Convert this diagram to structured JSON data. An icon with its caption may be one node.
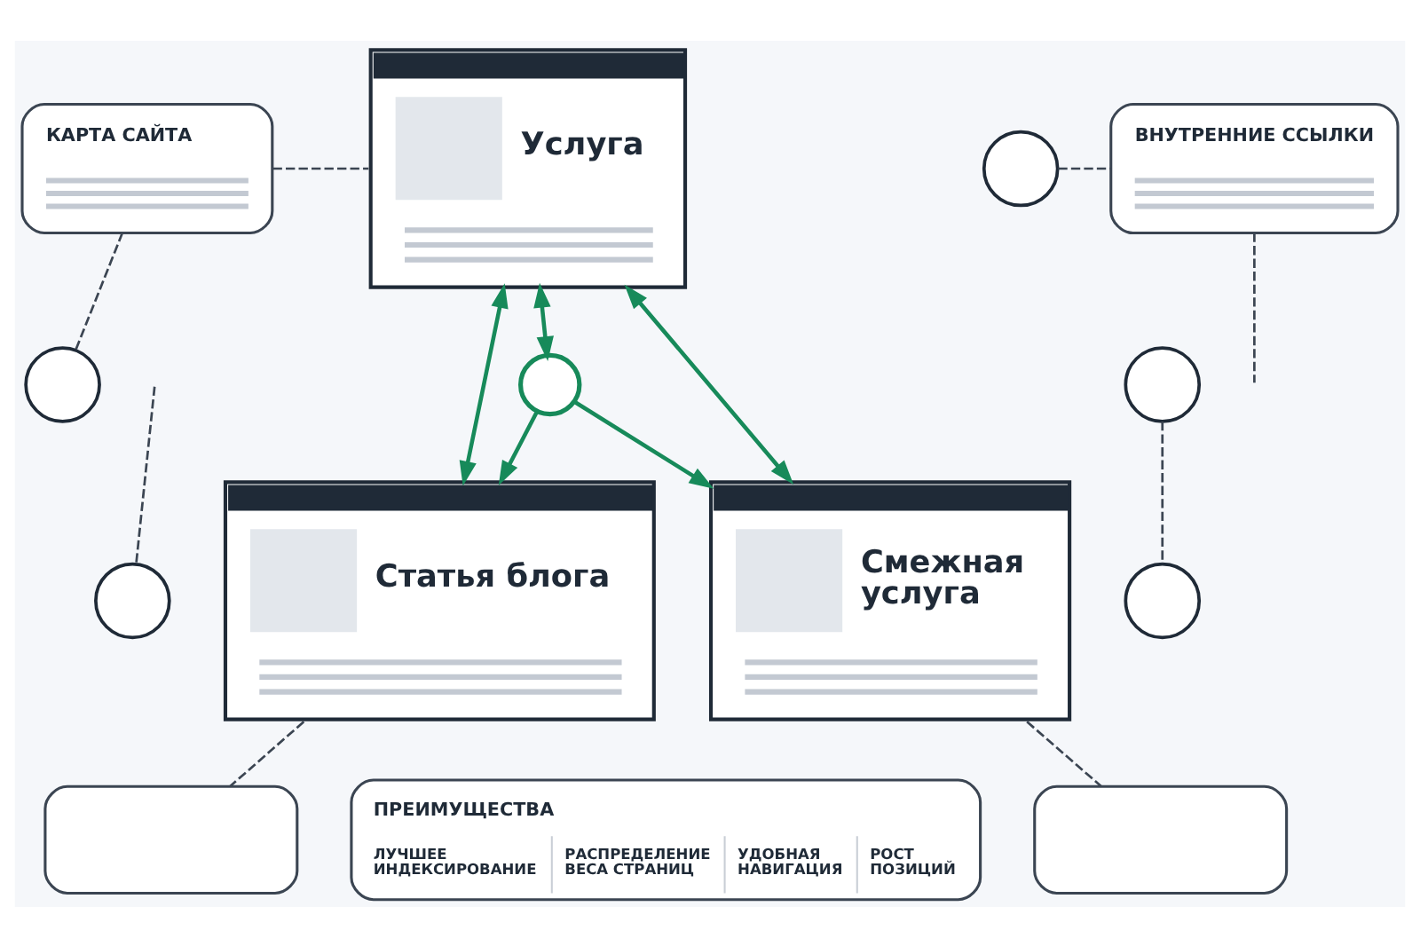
{
  "diagram": {
    "nodes": [
      {
        "text": [
          "КАРТА САЙТА"
        ]
      },
      {
        "text": [
          "Услуга"
        ]
      },
      {
        "text": [],
        "shape": "circle"
      },
      {
        "text": [
          "ВНУТРЕННИЕ ССЫЛКИ"
        ]
      },
      {
        "text": [],
        "shape": "circle"
      },
      {
        "text": [],
        "shape": "circle"
      },
      {
        "text": [],
        "shape": "circle"
      },
      {
        "text": [
          "Статья блога"
        ]
      },
      {
        "text": [],
        "shape": "circle"
      },
      {
        "text": [
          "Смежная услуга"
        ]
      },
      {
        "text": [],
        "shape": "circle"
      },
      {
        "text": [],
        "shape": "box"
      },
      {
        "text": [
          "ПРЕИМУЩЕСТВА",
          "ЛУЧШЕЕ ИНДЕКСИРОВАНИЕ",
          "РАСПРЕДЕЛЕНИЕ ВЕСА СТРАНИЦ",
          "УДОБНАЯ НАВИГАЦИЯ",
          "РОСТ ПОЗИЦИЙ"
        ]
      },
      {
        "text": [],
        "shape": "box"
      }
    ],
    "edges": [
      {
        "from": 0,
        "to": 1,
        "arrow": "none",
        "style": "dashed"
      },
      {
        "from": 2,
        "to": 3,
        "arrow": "none",
        "style": "dashed"
      },
      {
        "from": 0,
        "to": 4,
        "arrow": "none",
        "style": "dashed"
      },
      {
        "from": 3,
        "to": null,
        "arrow": "none",
        "style": "dashed"
      },
      {
        "from": 5,
        "to": 10,
        "arrow": "none",
        "style": "dashed"
      },
      {
        "from": null,
        "to": 6,
        "arrow": "none",
        "style": "dashed"
      },
      {
        "from": 7,
        "to": 1,
        "arrow": "both",
        "color": "#178a5a"
      },
      {
        "from": 9,
        "to": 1,
        "arrow": "both",
        "color": "#178a5a"
      },
      {
        "from": 1,
        "to": 8,
        "arrow": "both",
        "color": "#178a5a"
      },
      {
        "from": 8,
        "to": 7,
        "arrow": "to",
        "color": "#178a5a"
      },
      {
        "from": 8,
        "to": 9,
        "arrow": "to",
        "color": "#178a5a"
      },
      {
        "from": 7,
        "to": 11,
        "arrow": "none",
        "style": "dashed"
      },
      {
        "from": 9,
        "to": 13,
        "arrow": "none",
        "style": "dashed"
      }
    ]
  }
}
